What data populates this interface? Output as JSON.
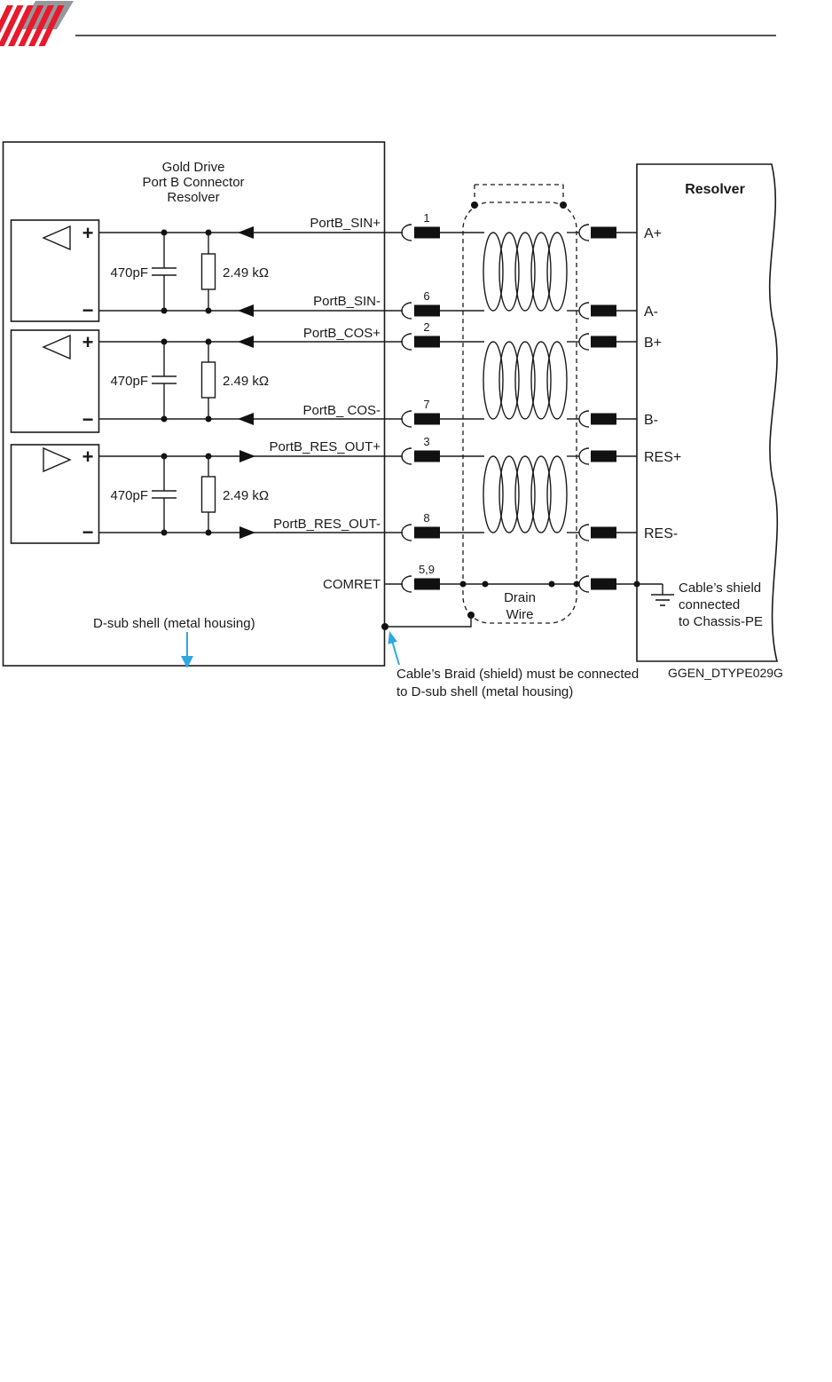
{
  "drive": {
    "title": [
      "Gold Drive",
      "Port B Connector",
      "Resolver"
    ],
    "shell_label": "D-sub shell (metal housing)"
  },
  "resolver": {
    "title": "Resolver"
  },
  "symbols": {
    "plus": "+",
    "minus": "−"
  },
  "channels": [
    {
      "plus": {
        "label": "PortB_SIN+",
        "pin": "1",
        "resolver": "A+"
      },
      "minus": {
        "label": "PortB_SIN-",
        "pin": "6",
        "resolver": "A-"
      },
      "cap": "470pF",
      "res": "2.49 kΩ",
      "direction": "in"
    },
    {
      "plus": {
        "label": "PortB_COS+",
        "pin": "2",
        "resolver": "B+"
      },
      "minus": {
        "label": "PortB_ COS-",
        "pin": "7",
        "resolver": "B-"
      },
      "cap": "470pF",
      "res": "2.49 kΩ",
      "direction": "in"
    },
    {
      "plus": {
        "label": "PortB_RES_OUT+",
        "pin": "3",
        "resolver": "RES+"
      },
      "minus": {
        "label": "PortB_RES_OUT-",
        "pin": "8",
        "resolver": "RES-"
      },
      "cap": "470pF",
      "res": "2.49 kΩ",
      "direction": "out"
    }
  ],
  "comret": {
    "label": "COMRET",
    "pin": "5,9"
  },
  "cable": {
    "drain": [
      "Drain",
      "Wire"
    ],
    "shield_note": [
      "Cable’s shield",
      "connected",
      "to Chassis-PE"
    ],
    "braid_note": [
      "Cable’s Braid (shield) must be connected",
      "to D-sub shell (metal housing)"
    ]
  },
  "figure_id": "GGEN_DTYPE029G",
  "colors": {
    "accent": "#2ea8e0",
    "line": "#1a1a1a",
    "logo_red": "#e8192c",
    "logo_gray": "#939a9e"
  }
}
